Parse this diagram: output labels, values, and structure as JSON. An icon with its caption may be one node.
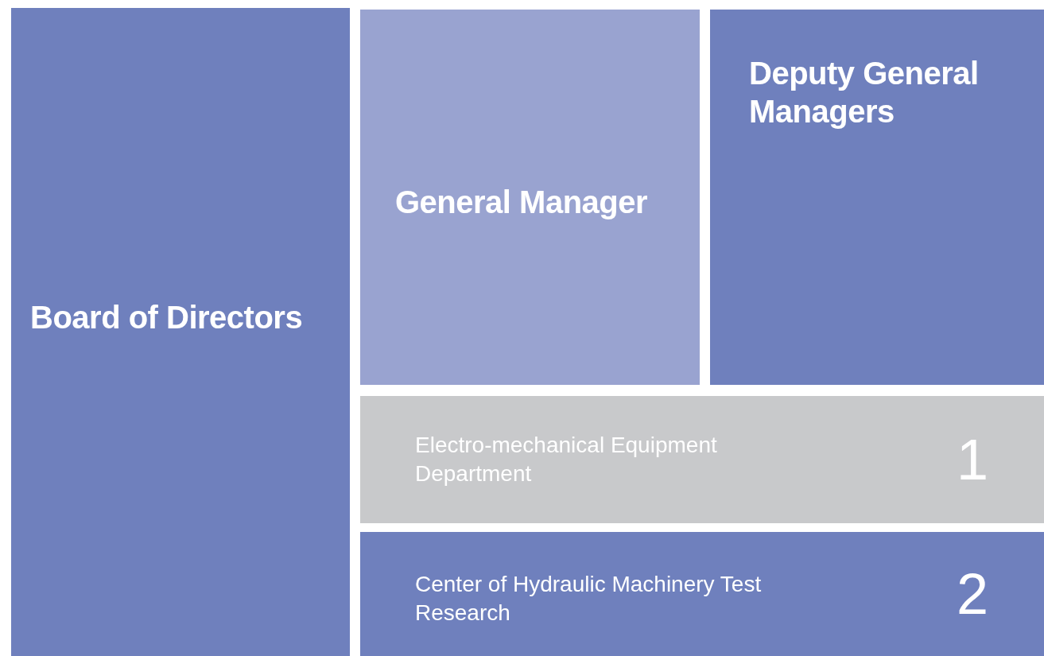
{
  "diagram": {
    "nodes": [
      {
        "text": [
          "Board of Directors"
        ]
      },
      {
        "text": [
          "General Manager"
        ]
      },
      {
        "text": [
          "Deputy General Managers"
        ]
      },
      {
        "text": [
          "Electro-mechanical Equipment Department",
          "1"
        ]
      },
      {
        "text": [
          "Center of Hydraulic Machinery Test Research",
          "2"
        ]
      }
    ]
  }
}
